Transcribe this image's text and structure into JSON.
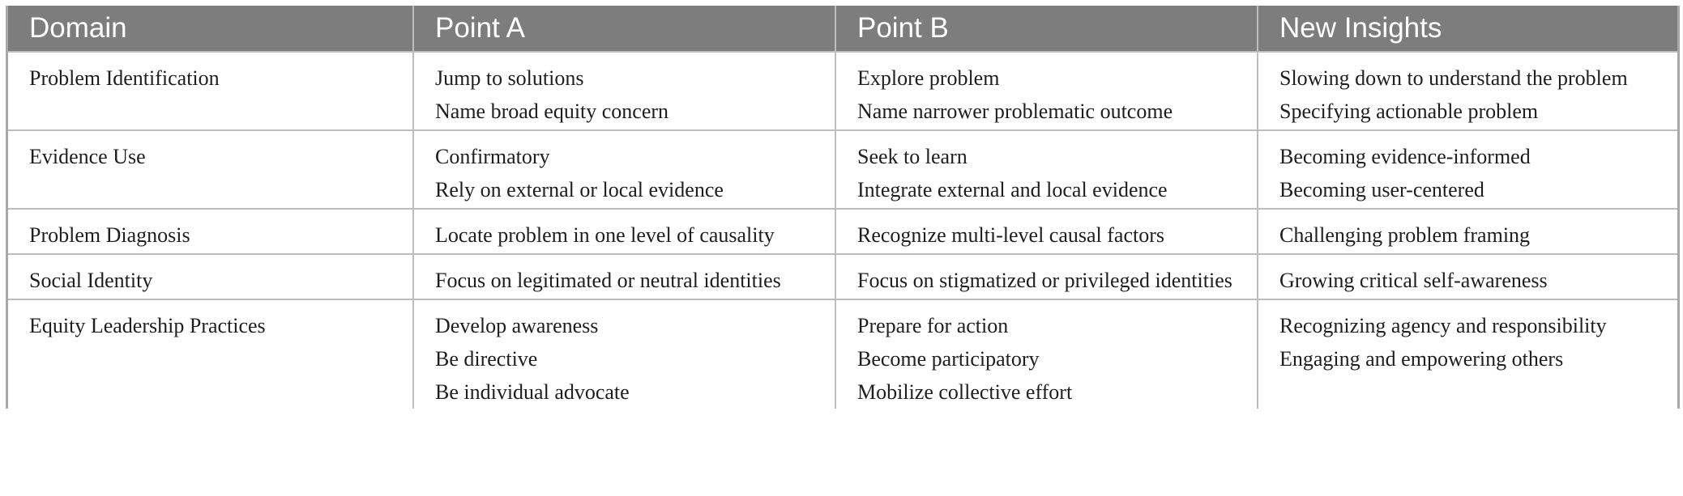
{
  "table": {
    "headers": [
      "Domain",
      "Point A",
      "Point B",
      "New Insights"
    ],
    "rows": [
      {
        "domain": "Problem Identification",
        "point_a": [
          "Jump to solutions",
          "Name broad equity concern"
        ],
        "point_b": [
          "Explore problem",
          "Name narrower problematic outcome"
        ],
        "new_insights": [
          "Slowing down to understand the problem",
          "Specifying actionable problem"
        ]
      },
      {
        "domain": "Evidence Use",
        "point_a": [
          "Confirmatory",
          "Rely on external or local evidence"
        ],
        "point_b": [
          "Seek to learn",
          "Integrate external and local evidence"
        ],
        "new_insights": [
          "Becoming evidence-informed",
          "Becoming user-centered"
        ]
      },
      {
        "domain": "Problem Diagnosis",
        "point_a": [
          "Locate problem in one level of causality"
        ],
        "point_b": [
          "Recognize multi-level causal factors"
        ],
        "new_insights": [
          "Challenging problem framing"
        ]
      },
      {
        "domain": "Social Identity",
        "point_a": [
          "Focus on legitimated or neutral identities"
        ],
        "point_b": [
          "Focus on stigmatized or privileged identities"
        ],
        "new_insights": [
          "Growing critical self-awareness"
        ]
      },
      {
        "domain": "Equity Leadership Practices",
        "point_a": [
          "Develop awareness",
          "Be directive",
          "Be individual advocate"
        ],
        "point_b": [
          "Prepare for action",
          "Become participatory",
          "Mobilize collective effort"
        ],
        "new_insights": [
          "Recognizing agency and responsibility",
          "Engaging and empowering others"
        ]
      }
    ]
  }
}
